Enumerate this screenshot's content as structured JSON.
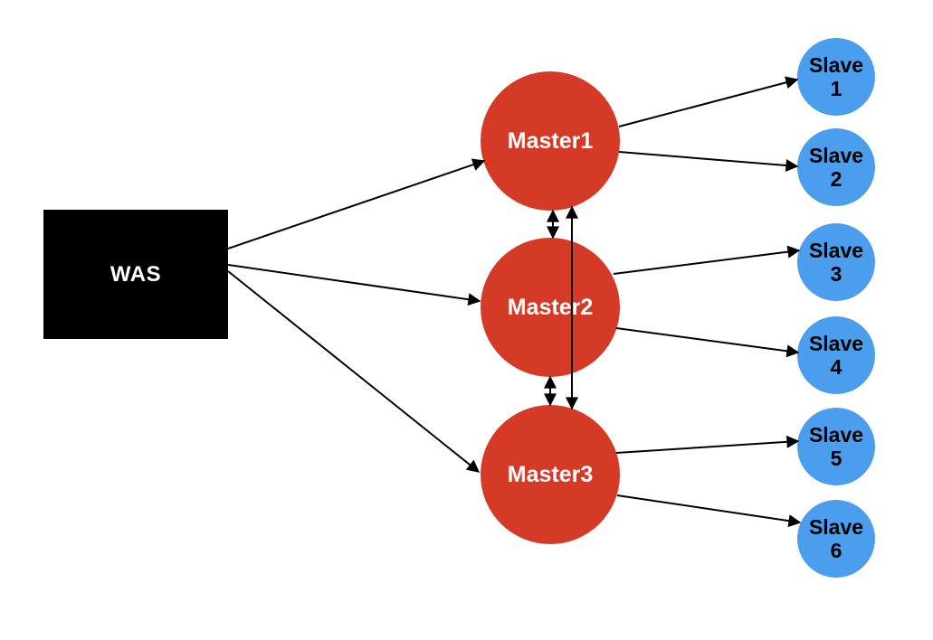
{
  "diagram": {
    "nodes": [
      {
        "id": "was",
        "label": "WAS"
      },
      {
        "id": "master1",
        "label": "Master1"
      },
      {
        "id": "master2",
        "label": "Master2"
      },
      {
        "id": "master3",
        "label": "Master3"
      },
      {
        "id": "slave1",
        "label": "Slave",
        "number": "1"
      },
      {
        "id": "slave2",
        "label": "Slave",
        "number": "2"
      },
      {
        "id": "slave3",
        "label": "Slave",
        "number": "3"
      },
      {
        "id": "slave4",
        "label": "Slave",
        "number": "4"
      },
      {
        "id": "slave5",
        "label": "Slave",
        "number": "5"
      },
      {
        "id": "slave6",
        "label": "Slave",
        "number": "6"
      }
    ],
    "edges": [
      {
        "from": "WAS",
        "to": "Master1",
        "type": "directed"
      },
      {
        "from": "WAS",
        "to": "Master2",
        "type": "directed"
      },
      {
        "from": "WAS",
        "to": "Master3",
        "type": "directed"
      },
      {
        "from": "Master1",
        "to": "Slave 1",
        "type": "directed"
      },
      {
        "from": "Master1",
        "to": "Slave 2",
        "type": "directed"
      },
      {
        "from": "Master2",
        "to": "Slave 3",
        "type": "directed"
      },
      {
        "from": "Master2",
        "to": "Slave 4",
        "type": "directed"
      },
      {
        "from": "Master3",
        "to": "Slave 5",
        "type": "directed"
      },
      {
        "from": "Master3",
        "to": "Slave 6",
        "type": "directed"
      },
      {
        "from": "Master1",
        "to": "Master2",
        "type": "bidirectional"
      },
      {
        "from": "Master2",
        "to": "Master3",
        "type": "bidirectional"
      },
      {
        "from": "Master1",
        "to": "Master3",
        "type": "bidirectional"
      }
    ]
  },
  "colors": {
    "was_node": "#000000",
    "master_node": "#d43a26",
    "slave_node": "#4a9eed",
    "edge": "#000000",
    "background": "#ffffff"
  }
}
